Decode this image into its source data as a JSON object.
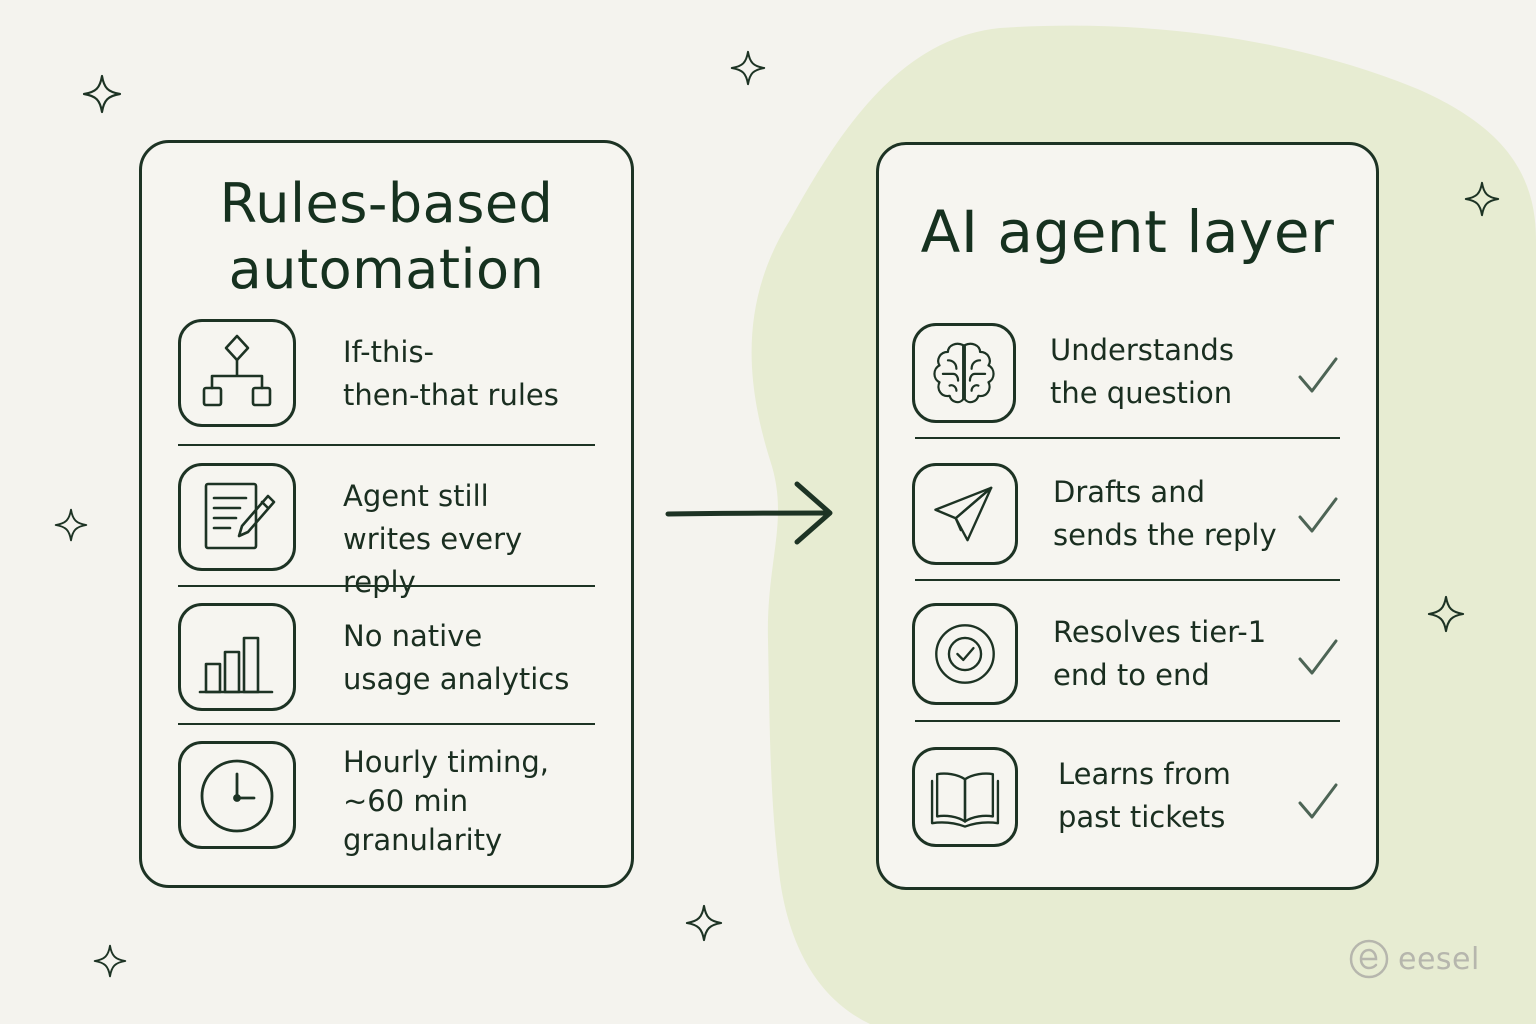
{
  "left_card": {
    "title_line1": "Rules-based",
    "title_line2": "automation",
    "items": [
      {
        "icon": "flowchart-icon",
        "text": "If-this-\nthen-that rules"
      },
      {
        "icon": "document-pencil-icon",
        "text": "Agent still\nwrites every reply"
      },
      {
        "icon": "bar-chart-icon",
        "text": "No native\nusage analytics"
      },
      {
        "icon": "clock-icon",
        "text": "Hourly timing,\n~60 min\ngranularity"
      }
    ]
  },
  "right_card": {
    "title": "AI agent layer",
    "items": [
      {
        "icon": "brain-icon",
        "text": "Understands\nthe question"
      },
      {
        "icon": "paper-plane-icon",
        "text": "Drafts and\nsends the reply"
      },
      {
        "icon": "check-circle-icon",
        "text": "Resolves tier-1\nend to end"
      },
      {
        "icon": "open-book-icon",
        "text": "Learns from\npast tickets"
      }
    ]
  },
  "logo": {
    "text": "eesel"
  },
  "colors": {
    "ink": "#1d3324",
    "background": "#f4f3ee",
    "blob": "#e7ecd2",
    "check": "#4d6455"
  }
}
